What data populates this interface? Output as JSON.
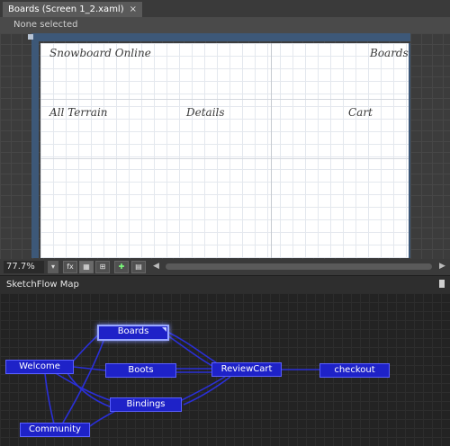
{
  "tab": {
    "title": "Boards (Screen 1_2.xaml)",
    "close": "×"
  },
  "selection": {
    "label": "None selected"
  },
  "artboard": {
    "brand": "Snowboard Online",
    "top_right": "Boards",
    "nav_left": "All Terrain",
    "nav_mid": "Details",
    "nav_right": "Cart"
  },
  "zoom": {
    "value": "77.7%",
    "dropdown": "▾"
  },
  "toolbar": {
    "fx": "fx",
    "grid_toggle": "▦",
    "snap": "⊞",
    "annotate": "✚",
    "comment": "▤",
    "scroll_left": "◀",
    "scroll_right": "▶"
  },
  "sketchflow": {
    "title": "SketchFlow Map",
    "nodes": {
      "boards": "Boards",
      "welcome": "Welcome",
      "boots": "Boots",
      "reviewcart": "ReviewCart",
      "checkout": "checkout",
      "bindings": "Bindings",
      "community": "Community"
    }
  },
  "colors": {
    "node_fill": "#1e22c8",
    "link": "#2a2fd8",
    "frame": "#3d5878"
  }
}
